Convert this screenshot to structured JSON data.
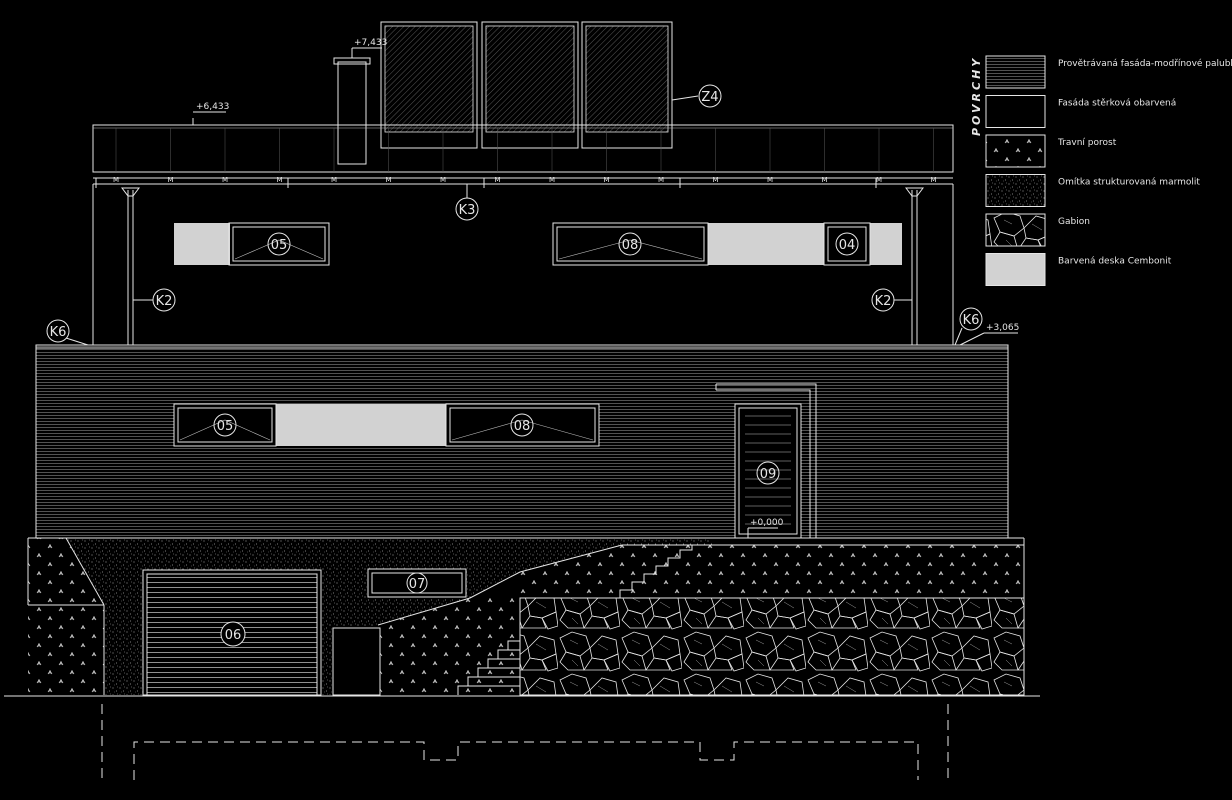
{
  "labels": {
    "k3": "K3",
    "k2_left": "K2",
    "k2_right": "K2",
    "k6_left": "K6",
    "k6_right": "K6",
    "z4": "Z4",
    "w05_upper": "05",
    "w08_upper": "08",
    "w04": "04",
    "w05_lower": "05",
    "w08_lower": "08",
    "door09": "09",
    "w07": "07",
    "garage06": "06"
  },
  "levels": {
    "chimney_top": "+7,433",
    "roof": "+6,433",
    "floor_upper": "+3,065",
    "ground": "+0,000"
  },
  "legend": {
    "title": "POVRCHY",
    "items": [
      {
        "label": "Provětrávaná fasáda-modřínové palubky",
        "pattern": "horizontal-boards"
      },
      {
        "label": "Fasáda stěrková obarvená",
        "pattern": "plain"
      },
      {
        "label": "Travní porost",
        "pattern": "grass"
      },
      {
        "label": "Omítka strukturovaná marmolit",
        "pattern": "dots"
      },
      {
        "label": "Gabion",
        "pattern": "stones"
      },
      {
        "label": "Barvená deska Cembonit",
        "pattern": "grey-fill"
      }
    ]
  },
  "colors": {
    "background": "#000000",
    "line": "#e6e6e6",
    "cembonit": "#d2d2d2"
  }
}
